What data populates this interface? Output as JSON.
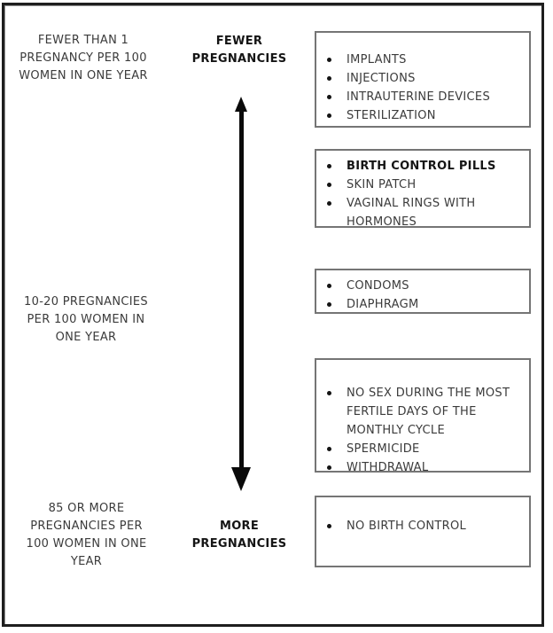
{
  "diagram": {
    "axis": {
      "fewer_label": "FEWER\nPREGNANCIES",
      "more_label": "MORE\nPREGNANCIES"
    },
    "rate_labels": [
      {
        "text": "FEWER THAN 1\nPREGNANCY PER 100\nWOMEN IN ONE YEAR"
      },
      {
        "text": "10-20 PREGNANCIES\nPER 100 WOMEN IN\nONE YEAR"
      },
      {
        "text": "85 OR MORE\nPREGNANCIES PER\n100 WOMEN IN ONE\nYEAR"
      }
    ],
    "method_boxes": [
      {
        "items": [
          {
            "text": "IMPLANTS",
            "bold": false
          },
          {
            "text": "INJECTIONS",
            "bold": false
          },
          {
            "text": "INTRAUTERINE DEVICES",
            "bold": false
          },
          {
            "text": "STERILIZATION",
            "bold": false
          }
        ]
      },
      {
        "items": [
          {
            "text": "BIRTH CONTROL PILLS",
            "bold": true
          },
          {
            "text": "SKIN PATCH",
            "bold": false
          },
          {
            "text": "VAGINAL RINGS WITH HORMONES",
            "bold": false
          }
        ]
      },
      {
        "items": [
          {
            "text": "CONDOMS",
            "bold": false
          },
          {
            "text": "DIAPHRAGM",
            "bold": false
          }
        ]
      },
      {
        "items": [
          {
            "text": "NO SEX DURING THE MOST FERTILE DAYS OF THE MONTHLY CYCLE",
            "bold": false
          },
          {
            "text": "SPERMICIDE",
            "bold": false
          },
          {
            "text": "WITHDRAWAL",
            "bold": false
          }
        ]
      },
      {
        "items": [
          {
            "text": "NO BIRTH CONTROL",
            "bold": false
          }
        ]
      }
    ],
    "colors": {
      "frame_border": "#1e1e1e",
      "box_border": "#757575",
      "body_text": "#3b3b3b",
      "bold_text": "#151515",
      "arrow": "#0a0a0a"
    }
  }
}
